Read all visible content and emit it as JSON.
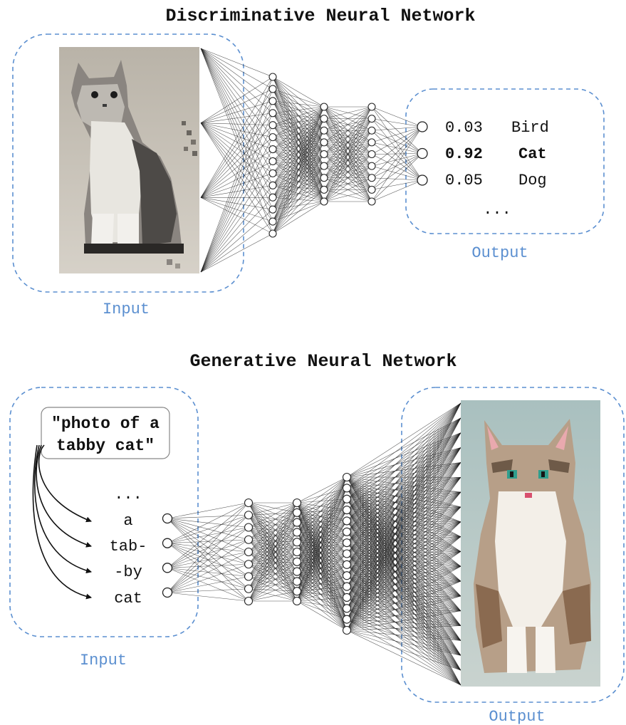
{
  "colors": {
    "accent": "#5b8fd0",
    "ink": "#111111"
  },
  "discriminative": {
    "title": "Discriminative Neural Network",
    "input_label": "Input",
    "output_label": "Output",
    "input_image_icon": "pixel-cat-grayscale-image",
    "outputs": [
      {
        "prob": "0.03",
        "label": "Bird",
        "highlight": false
      },
      {
        "prob": "0.92",
        "label": "Cat",
        "highlight": true
      },
      {
        "prob": "0.05",
        "label": "Dog",
        "highlight": false
      }
    ],
    "outputs_more": "...",
    "layer_sizes": [
      4,
      14,
      9,
      9,
      3
    ]
  },
  "generative": {
    "title": "Generative Neural Network",
    "input_label": "Input",
    "output_label": "Output",
    "prompt_line1": "\"photo of a",
    "prompt_line2": "tabby cat\"",
    "tokens_more": "...",
    "tokens": [
      "a",
      "tab-",
      "-by",
      "cat"
    ],
    "output_image_icon": "pixel-cat-tabby-color-image",
    "layer_sizes": [
      4,
      9,
      11,
      15,
      20
    ]
  }
}
